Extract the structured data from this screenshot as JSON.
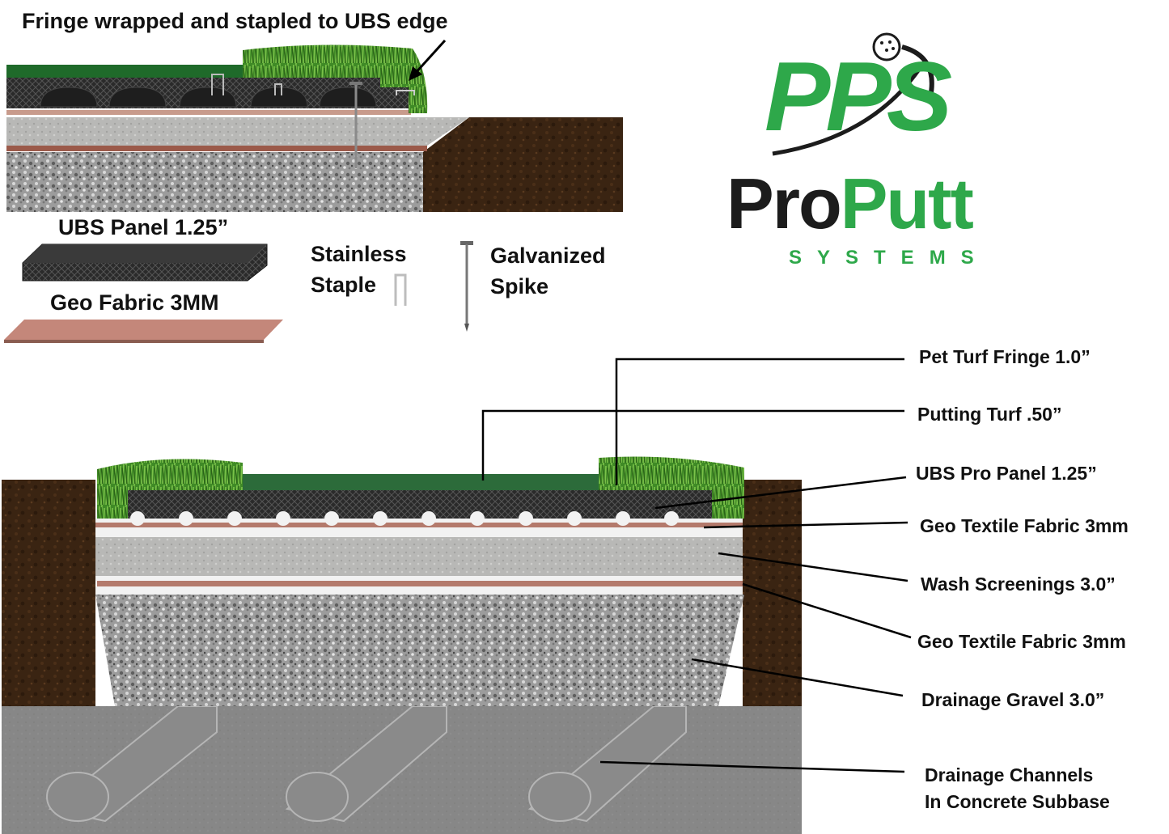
{
  "top_caption": "Fringe wrapped and stapled to UBS edge",
  "legend": {
    "ubs_panel": "UBS Panel 1.25”",
    "geo_fabric": "Geo Fabric 3MM",
    "staple_line1": "Stainless",
    "staple_line2": "Staple",
    "spike_line1": "Galvanized",
    "spike_line2": "Spike"
  },
  "logo": {
    "mark": "PPS",
    "name_pro": "Pro",
    "name_putt": "Putt",
    "tagline": "SYSTEMS",
    "colors": {
      "green": "#2ea84a",
      "dark": "#1c1c1c"
    }
  },
  "callouts": [
    {
      "id": "pet-turf-fringe",
      "text": "Pet Turf Fringe 1.0”"
    },
    {
      "id": "putting-turf",
      "text": "Putting Turf .50”"
    },
    {
      "id": "ubs-pro-panel",
      "text": "UBS Pro Panel 1.25”"
    },
    {
      "id": "geo-textile-1",
      "text": "Geo Textile Fabric 3mm"
    },
    {
      "id": "wash-screenings",
      "text": "Wash Screenings 3.0”"
    },
    {
      "id": "geo-textile-2",
      "text": "Geo Textile Fabric 3mm"
    },
    {
      "id": "drainage-gravel",
      "text": "Drainage Gravel 3.0”"
    },
    {
      "id": "drainage-channels-1",
      "text": "Drainage Channels"
    },
    {
      "id": "drainage-channels-2",
      "text": "In Concrete Subbase"
    }
  ]
}
